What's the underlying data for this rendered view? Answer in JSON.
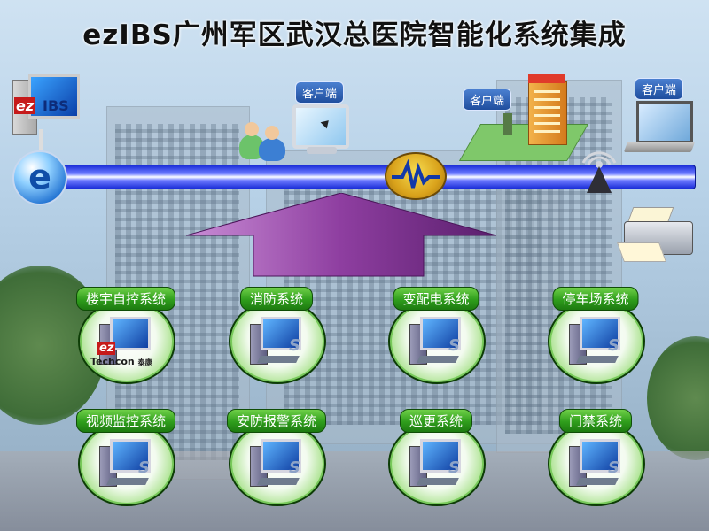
{
  "title": "ezIBS广州军区武汉总医院智能化系统集成",
  "clients": [
    {
      "label": "客户端"
    },
    {
      "label": "客户端"
    },
    {
      "label": "客户端"
    }
  ],
  "server": {
    "badge": "ez",
    "brand": "IBS"
  },
  "center_icon": "e",
  "subsystems": [
    {
      "label": "楼宇自控系统",
      "vendor": "Techcon",
      "vendor_cn": "泰康"
    },
    {
      "label": "消防系统"
    },
    {
      "label": "变配电系统"
    },
    {
      "label": "停车场系统"
    },
    {
      "label": "视频监控系统"
    },
    {
      "label": "安防报警系统"
    },
    {
      "label": "巡更系统"
    },
    {
      "label": "门禁系统"
    }
  ],
  "colors": {
    "bus": "#1a2dd8",
    "node": "#2f9d1c",
    "arrow": "#8e3ea0",
    "client_label": "#1f4e9e"
  },
  "icons": [
    "ie-icon",
    "server-icon",
    "users-icon",
    "monitor-icon",
    "building-icon",
    "laptop-icon",
    "signal-icon",
    "wireless-icon",
    "printer-icon",
    "computer-icon"
  ]
}
